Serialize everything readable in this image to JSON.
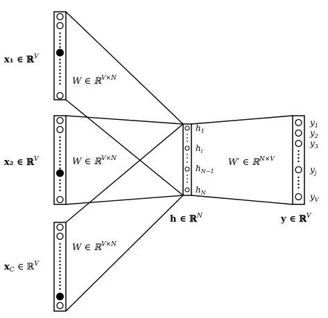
{
  "diagram": {
    "input_vectors": [
      {
        "label": "x₁ ∈ ℝ",
        "sup": "V",
        "weight": "W ∈ ℝ",
        "weight_sup": "V×N"
      },
      {
        "label": "x₂ ∈ ℝ",
        "sup": "V",
        "weight": "W ∈ ℝ",
        "weight_sup": "V×N"
      },
      {
        "label": "x",
        "sub": "C",
        "label_rest": " ∈ ℝ",
        "sup": "V",
        "weight": "W ∈ ℝ",
        "weight_sup": "V×N"
      }
    ],
    "hidden": {
      "units": [
        {
          "name": "h",
          "sub": "1"
        },
        {
          "name": "h",
          "sub": "i"
        },
        {
          "name": "h",
          "sub": "N−1"
        },
        {
          "name": "h",
          "sub": "N"
        }
      ],
      "label": "h ∈ ℝ",
      "label_sup": "N"
    },
    "output_weight": {
      "label": "W′ ∈ ℝ",
      "sup": "N×V"
    },
    "output": {
      "units": [
        {
          "name": "y",
          "sub": "1"
        },
        {
          "name": "y",
          "sub": "2"
        },
        {
          "name": "y",
          "sub": "3"
        },
        {
          "name": "y",
          "sub": "j"
        },
        {
          "name": "y",
          "sub": "V"
        }
      ],
      "label": "y ∈ ℝ",
      "label_sup": "V"
    }
  }
}
